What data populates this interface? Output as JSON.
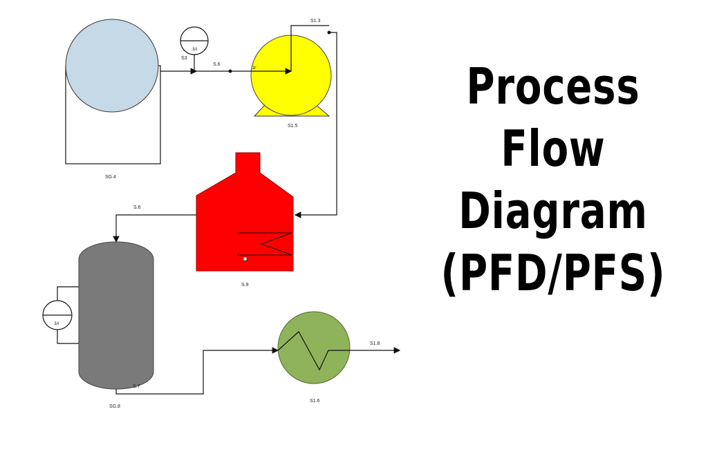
{
  "title": {
    "line1": "Process",
    "line2": "Flow",
    "line3": "Diagram",
    "line4": "(PFD/PFS)"
  },
  "labels": {
    "tank_top": "SG.4",
    "pump": "S1.5",
    "heater": "S.9",
    "vessel": "SG.8",
    "exchanger": "S1.6",
    "stream_s3": "S3",
    "stream_s6_top": "S.6",
    "stream_s13": "S1.3",
    "stream_s6_left": "S.6",
    "stream_s7": "S.7",
    "stream_out": "S1.8",
    "pump_inlet": "3/"
  },
  "instruments": {
    "top": "3A",
    "left": "3A"
  },
  "colors": {
    "tank": "#c5d9e6",
    "pump": "#ffff00",
    "heater": "#ff0000",
    "vessel": "#7a7a7a",
    "exchanger": "#8fb35a"
  }
}
